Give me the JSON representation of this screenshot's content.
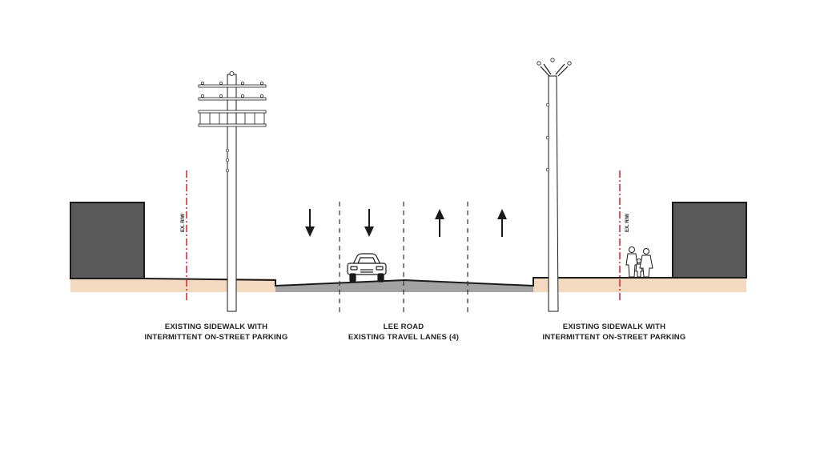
{
  "labels": {
    "rw_left": "EX. R/W",
    "rw_right": "EX. R/W"
  },
  "captions": {
    "left_line1": "EXISTING SIDEWALK WITH",
    "left_line2": "INTERMITTENT ON-STREET PARKING",
    "center_line1": "LEE ROAD",
    "center_line2": "EXISTING TRAVEL LANES (4)",
    "right_line1": "EXISTING SIDEWALK WITH",
    "right_line2": "INTERMITTENT ON-STREET PARKING"
  },
  "lanes": {
    "count": 4,
    "directions": [
      "down",
      "down",
      "up",
      "up"
    ]
  },
  "colors": {
    "building": "#595959",
    "soil": "#f2d9c0",
    "pavement": "#a3a3a3",
    "right_of_way": "#d9202a",
    "linework": "#1a1a1a"
  }
}
